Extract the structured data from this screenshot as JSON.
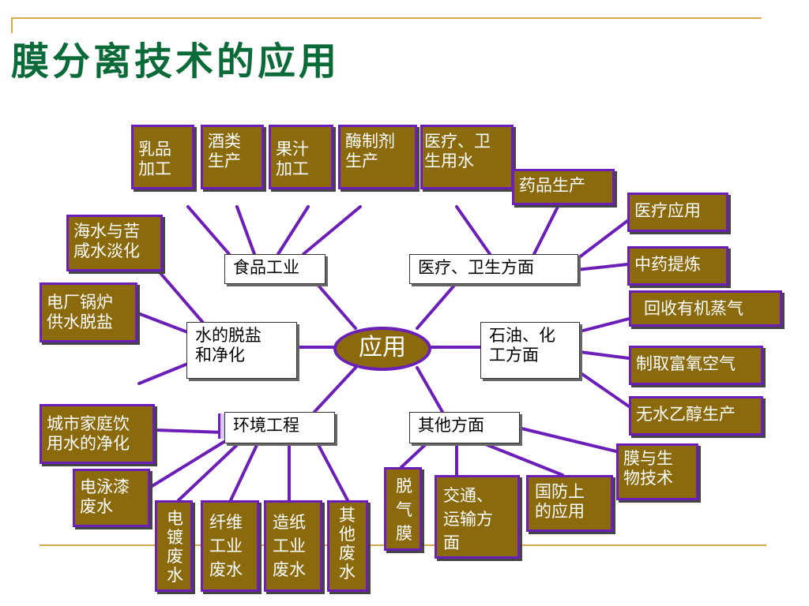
{
  "title": "膜分离技术的应用",
  "center": "应用",
  "categories": {
    "food": "食品工业",
    "medical": "医疗、卫生方面",
    "water": "水的脱盐\n和净化",
    "petro": "石油、化\n工方面",
    "env": "环境工程",
    "other": "其他方面"
  },
  "leaves": {
    "dairy": "乳品\n加工",
    "wine": "酒类\n生产",
    "juice": "果汁\n加工",
    "enzyme": "酶制剂\n生产",
    "medwater": "医疗、卫\n生用水",
    "drug": "药品生产",
    "medapp": "医疗应用",
    "herb": "中药提炼",
    "vapor": "回收有机蒸气",
    "oxygen": "制取富氧空气",
    "ethanol": "无水乙醇生产",
    "seawater": "海水与苦\n咸水淡化",
    "boiler": "电厂锅炉\n供水脱盐",
    "city": "城市家庭饮\n用水的净化",
    "paint": "电泳漆\n废水",
    "plating": "电\n镀\n废\n水",
    "fiber": "纤维\n工业\n废水",
    "paper": "造纸\n工业\n废水",
    "otherwaste": "其\n他\n废\n水",
    "degas": "脱\n气\n膜",
    "transport": "交通、\n运输方\n面",
    "defense": "国防上\n的应用",
    "bio": "膜与生\n物技术"
  },
  "colors": {
    "leaf_fill": "#8b6a0e",
    "leaf_border": "#6c1fb8",
    "line": "#6c1fb8",
    "title": "#0b6b38",
    "rule": "#d4a84b"
  }
}
